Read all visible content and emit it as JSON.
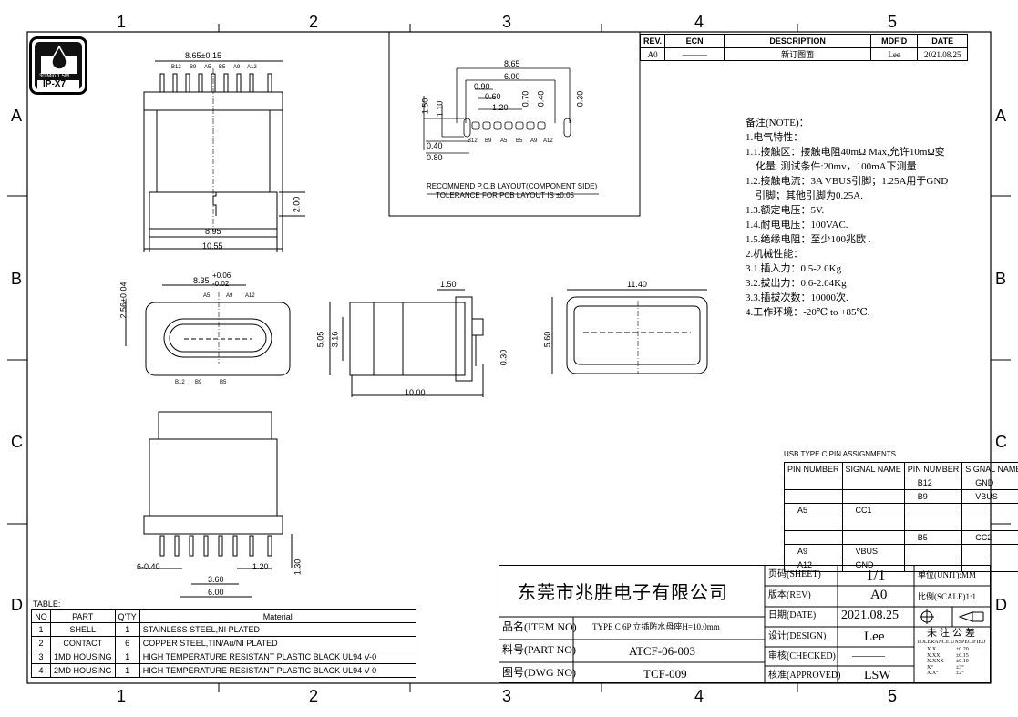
{
  "frame": {
    "col_labels": [
      "1",
      "2",
      "3",
      "4",
      "5"
    ],
    "row_labels": [
      "A",
      "B",
      "C",
      "D"
    ]
  },
  "logo": {
    "line1": "30 Min 1.5M",
    "line2": "IP-X7"
  },
  "revision": {
    "headers": [
      "REV.",
      "ECN",
      "DESCRIPTION",
      "MDF'D",
      "DATE"
    ],
    "row": [
      "A0",
      "———",
      "新订图面",
      "Lee",
      "2021.08.25"
    ]
  },
  "pcb": {
    "dims": [
      "8.65",
      "6.00",
      "0.90",
      "0.60",
      "1.20",
      "0.70",
      "0.40",
      "0.30",
      "1.50",
      "1.10",
      "0.40",
      "0.80"
    ],
    "pins": [
      "B12",
      "B9",
      "A5",
      "B5",
      "A9",
      "A12"
    ],
    "title": "RECOMMEND P.C.B LAYOUT(COMPONENT SIDE)",
    "tolerance": "TOLERANCE FOR PCB LAYOUT IS ±0.05"
  },
  "top_view": {
    "width_dim": "8.65±0.15",
    "pins": [
      "B12",
      "B9",
      "A5",
      "B5",
      "A9",
      "A12"
    ],
    "dims": [
      "8.95",
      "10.55",
      "2.00"
    ]
  },
  "front_view": {
    "width_dim": "8.35",
    "tol_plus": "+0.06",
    "tol_minus": "-0.02",
    "height_dim": "2.56±0.04",
    "top_pins": [
      "A5",
      "A9",
      "A12"
    ],
    "bottom_pins": [
      "B12",
      "B9",
      "B5"
    ]
  },
  "side_view": {
    "dims": [
      "1.50",
      "5.05",
      "3.16",
      "0.30",
      "10.00"
    ]
  },
  "back_view": {
    "dims": [
      "11.40",
      "5.60"
    ]
  },
  "bottom_view": {
    "dims": [
      "6-0.40",
      "1.20",
      "3.60",
      "6.00",
      "1.30"
    ]
  },
  "notes": [
    "备注(NOTE)：",
    "1.电气特性：",
    "1.1.接触区：接触电阻40mΩ Max,允许10mΩ变",
    "    化量. 测试条件:20mv，100mA下测量.",
    "1.2.接触电流：3A VBUS引脚；1.25A用于GND",
    "    引脚；其他引脚为0.25A.",
    "1.3.额定电压：5V.",
    "1.4.耐电电压：100VAC.",
    "1.5.绝缘电阻：至少100兆欧 .",
    "2.机械性能：",
    "3.1.插入力：0.5-2.0Kg",
    "3.2.拔出力：0.6-2.04Kg",
    "3.3.插拔次数：10000次.",
    "4.工作环境：-20℃ to +85℃."
  ],
  "pin_table": {
    "title": "USB TYPE C PIN ASSIGNMENTS",
    "headers": [
      "PIN NUMBER",
      "SIGNAL NAME",
      "PIN NUMBER",
      "SIGNAL NAME"
    ],
    "rows": [
      [
        "",
        "",
        "B12",
        "GND"
      ],
      [
        "",
        "",
        "B9",
        "VBUS"
      ],
      [
        "A5",
        "CC1",
        "",
        ""
      ],
      [
        "",
        "",
        "",
        ""
      ],
      [
        "",
        "",
        "B5",
        "CC2"
      ],
      [
        "A9",
        "VBUS",
        "",
        ""
      ],
      [
        "A12",
        "GND",
        "",
        ""
      ]
    ]
  },
  "material_table": {
    "label": "TABLE:",
    "headers": [
      "NO",
      "PART",
      "Q'TY",
      "Material"
    ],
    "rows": [
      [
        "1",
        "SHELL",
        "1",
        "STAINLESS STEEL,NI PLATED"
      ],
      [
        "2",
        "CONTACT",
        "6",
        "COPPER STEEL,TIN/Au/NI PLATED"
      ],
      [
        "3",
        "1MD HOUSING",
        "1",
        "HIGH TEMPERATURE RESISTANT PLASTIC BLACK UL94 V-0"
      ],
      [
        "4",
        "2MD HOUSING",
        "1",
        "HIGH TEMPERATURE RESISTANT PLASTIC BLACK UL94 V-0"
      ]
    ]
  },
  "title_block": {
    "company": "东莞市兆胜电子有限公司",
    "item_label": "品名(ITEM NO)",
    "item_value": "TYPE C 6P 立插防水母座H=10.0mm",
    "part_label": "料号(PART NO)",
    "part_value": "ATCF-06-003",
    "dwg_label": "图号(DWG NO)",
    "dwg_value": "TCF-009",
    "sheet_label": "页码(SHEET)",
    "sheet_value": "1/1",
    "rev_label": "版本(REV)",
    "rev_value": "A0",
    "date_label": "日期(DATE)",
    "date_value": "2021.08.25",
    "design_label": "设计(DESIGN)",
    "design_value": "Lee",
    "checked_label": "审核(CHECKED)",
    "checked_value": "———",
    "approved_label": "核准(APPROVED)",
    "approved_value": "LSW",
    "unit_label": "单位(UNIT):MM",
    "scale_label": "比例(SCALE)1:1",
    "tol_title": "未注公差",
    "tol_subtitle": "TOLERANCE UNSPECIFIED",
    "tol_rows": [
      [
        "X.X",
        "±0.20"
      ],
      [
        "X.XX",
        "±0.15"
      ],
      [
        "X.XXX",
        "±0.10"
      ],
      [
        "X°",
        "±3°"
      ],
      [
        "X.X°",
        "±2°"
      ]
    ]
  }
}
